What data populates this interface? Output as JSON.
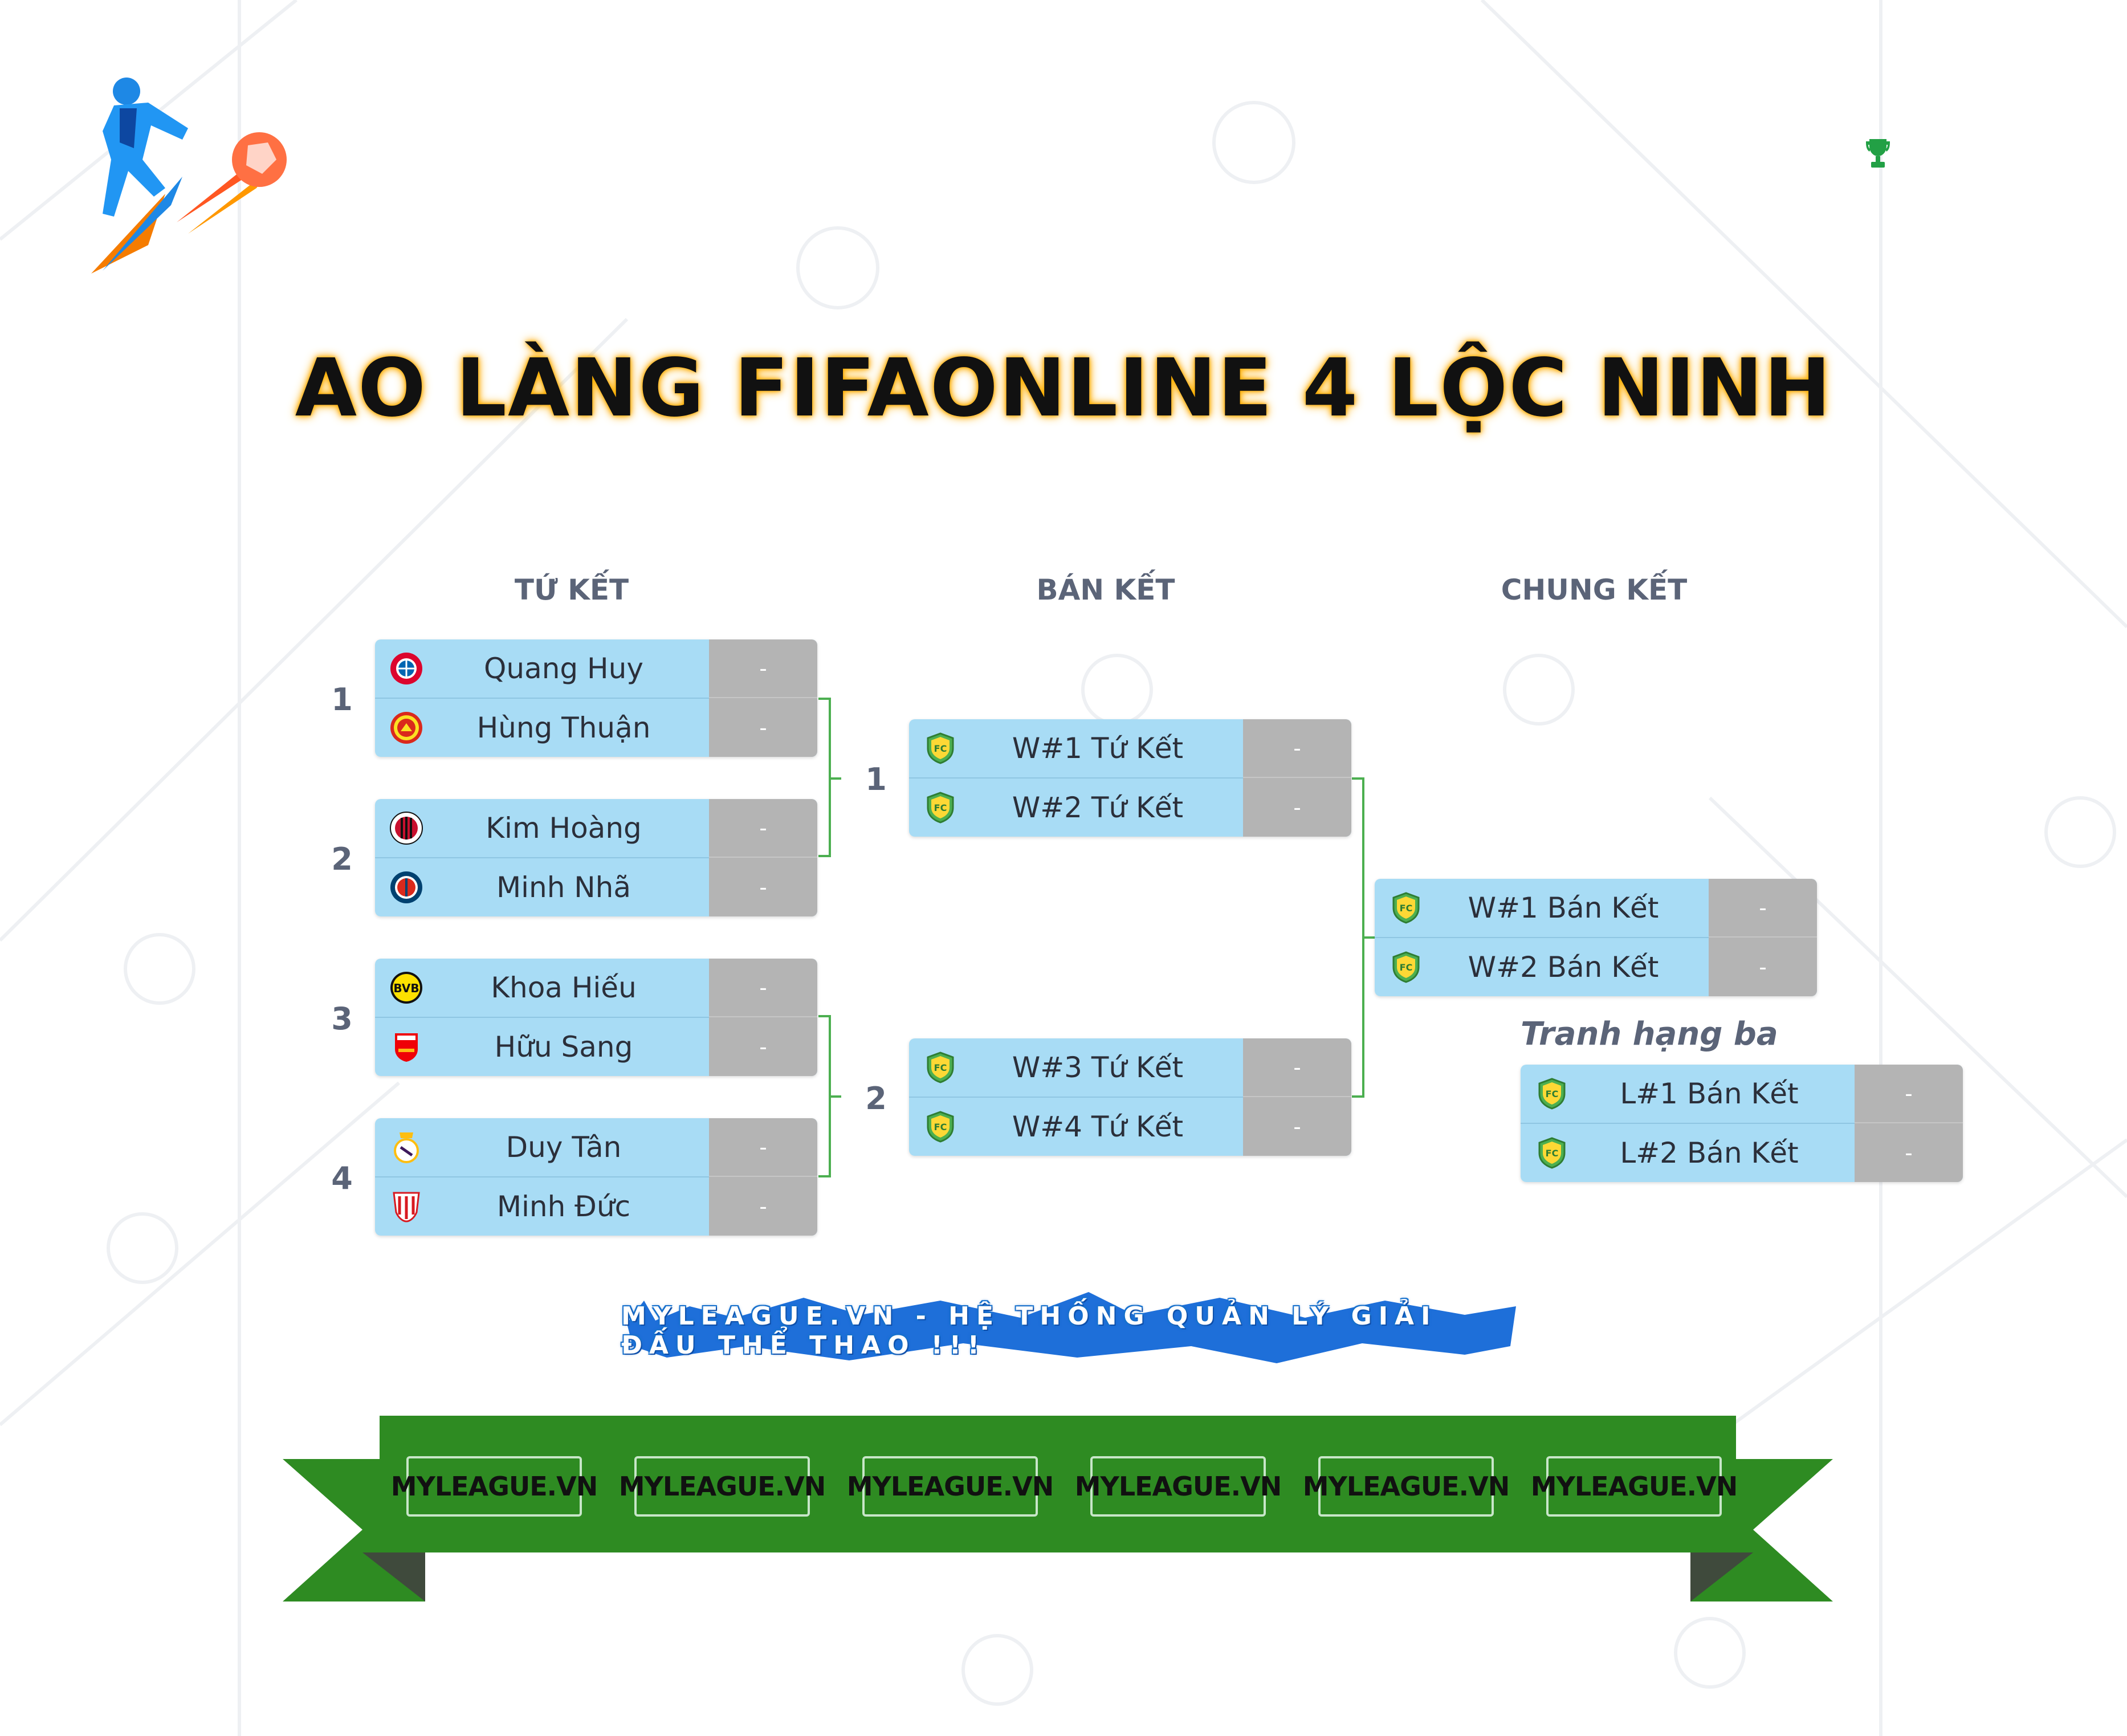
{
  "title": "AO LÀNG FIFAONLINE 4 LỘC NINH",
  "rounds": [
    "TỨ KẾT",
    "BÁN KẾT",
    "CHUNG KẾT"
  ],
  "quarterfinals": [
    {
      "number": "1",
      "teams": [
        {
          "name": "Quang Huy",
          "score": "-",
          "logo": "bayern-logo"
        },
        {
          "name": "Hùng Thuận",
          "score": "-",
          "logo": "man-utd-logo"
        }
      ]
    },
    {
      "number": "2",
      "teams": [
        {
          "name": "Kim Hoàng",
          "score": "-",
          "logo": "ac-milan-logo"
        },
        {
          "name": "Minh Nhã",
          "score": "-",
          "logo": "psg-logo"
        }
      ]
    },
    {
      "number": "3",
      "teams": [
        {
          "name": "Khoa Hiếu",
          "score": "-",
          "logo": "bvb-logo"
        },
        {
          "name": "Hữu Sang",
          "score": "-",
          "logo": "arsenal-logo"
        }
      ]
    },
    {
      "number": "4",
      "teams": [
        {
          "name": "Duy Tân",
          "score": "-",
          "logo": "real-madrid-logo"
        },
        {
          "name": "Minh Đức",
          "score": "-",
          "logo": "sevilla-logo"
        }
      ]
    }
  ],
  "semifinals": [
    {
      "number": "1",
      "teams": [
        {
          "name": "W#1 Tứ Kết",
          "score": "-",
          "logo": "fc-badge"
        },
        {
          "name": "W#2 Tứ Kết",
          "score": "-",
          "logo": "fc-badge"
        }
      ]
    },
    {
      "number": "2",
      "teams": [
        {
          "name": "W#3 Tứ Kết",
          "score": "-",
          "logo": "fc-badge"
        },
        {
          "name": "W#4 Tứ Kết",
          "score": "-",
          "logo": "fc-badge"
        }
      ]
    }
  ],
  "final": {
    "teams": [
      {
        "name": "W#1 Bán Kết",
        "score": "-",
        "logo": "fc-badge"
      },
      {
        "name": "W#2 Bán Kết",
        "score": "-",
        "logo": "fc-badge"
      }
    ]
  },
  "third_place": {
    "label": "Tranh hạng ba",
    "teams": [
      {
        "name": "L#1 Bán Kết",
        "score": "-",
        "logo": "fc-badge"
      },
      {
        "name": "L#2 Bán Kết",
        "score": "-",
        "logo": "fc-badge"
      }
    ]
  },
  "tagline": "MYLEAGUE.VN - HỆ THỐNG QUẢN LÝ GIẢI ĐẤU THỂ THAO !!!",
  "banner_badges": [
    "MYLEAGUE.VN",
    "MYLEAGUE.VN",
    "MYLEAGUE.VN",
    "MYLEAGUE.VN",
    "MYLEAGUE.VN",
    "MYLEAGUE.VN"
  ],
  "icons": {
    "top_right": "trophy-icon",
    "logo": "soccer-player-logo"
  },
  "colors": {
    "team_bg": "#a8dcf5",
    "score_bg": "#b4b4b4",
    "connector": "#4caf50",
    "banner": "#2e8b22",
    "title_glow": "#ffb300"
  }
}
